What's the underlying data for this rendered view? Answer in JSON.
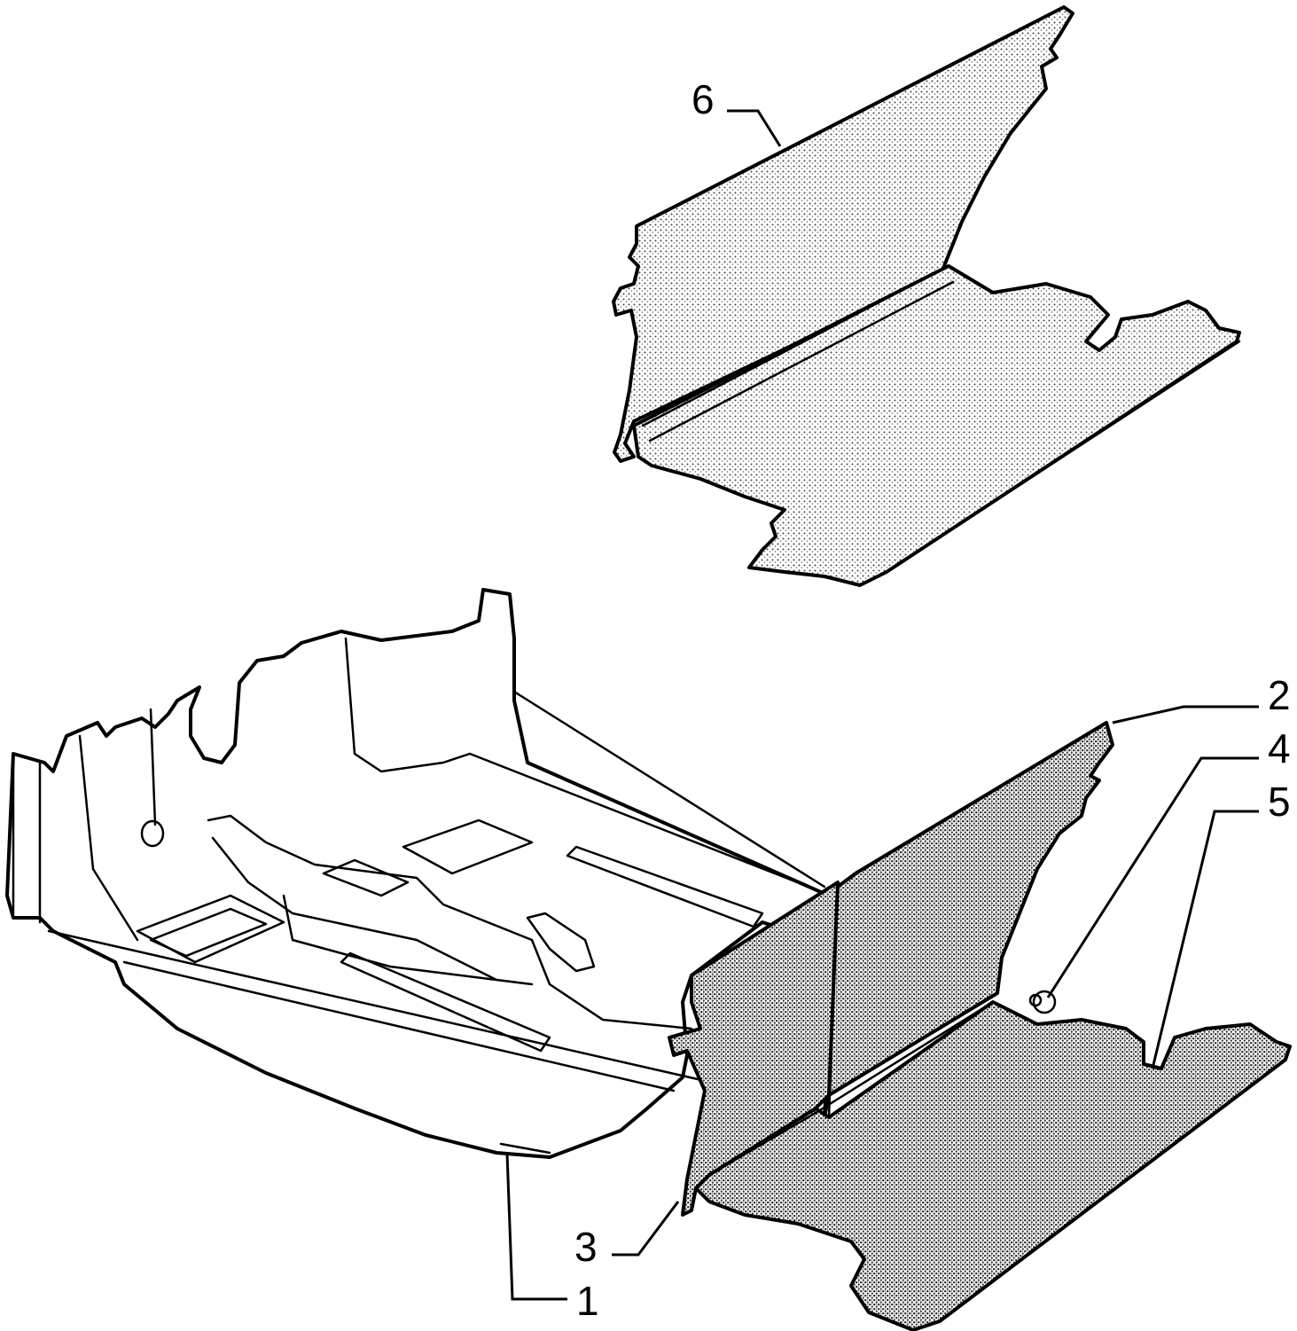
{
  "callouts": [
    {
      "id": "1",
      "label": "1"
    },
    {
      "id": "2",
      "label": "2"
    },
    {
      "id": "3",
      "label": "3"
    },
    {
      "id": "4",
      "label": "4"
    },
    {
      "id": "5",
      "label": "5"
    },
    {
      "id": "6",
      "label": "6"
    }
  ],
  "colors": {
    "ink": "#000000",
    "paper": "#ffffff",
    "texture": "#555555"
  }
}
